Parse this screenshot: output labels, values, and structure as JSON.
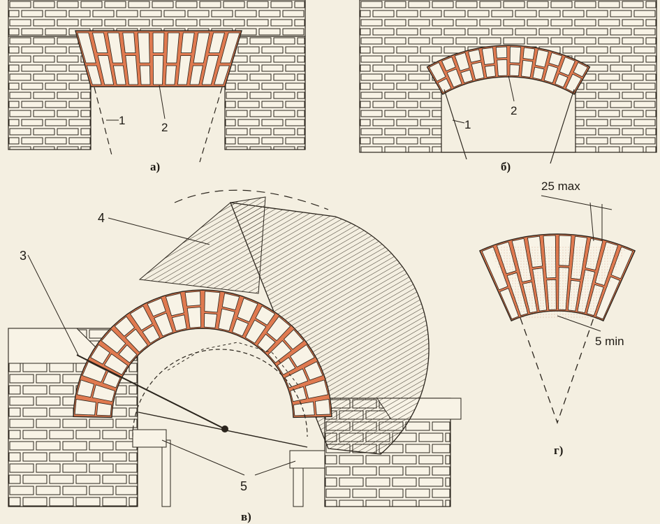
{
  "panels": {
    "a": {
      "caption": "а)",
      "labels": [
        "1",
        "2"
      ]
    },
    "b": {
      "caption": "б)",
      "labels": [
        "1",
        "2"
      ]
    },
    "v": {
      "caption": "в)",
      "labels": [
        "3",
        "4",
        "5"
      ]
    },
    "g": {
      "caption": "г)",
      "dim_top": "25 max",
      "dim_bottom": "5 min"
    }
  },
  "colors": {
    "background": "#f4efe1",
    "brick_fill": "#f8f3e6",
    "mortar_joint": "#e07a50",
    "line": "#2a241c",
    "hatch": "#3a3328"
  }
}
